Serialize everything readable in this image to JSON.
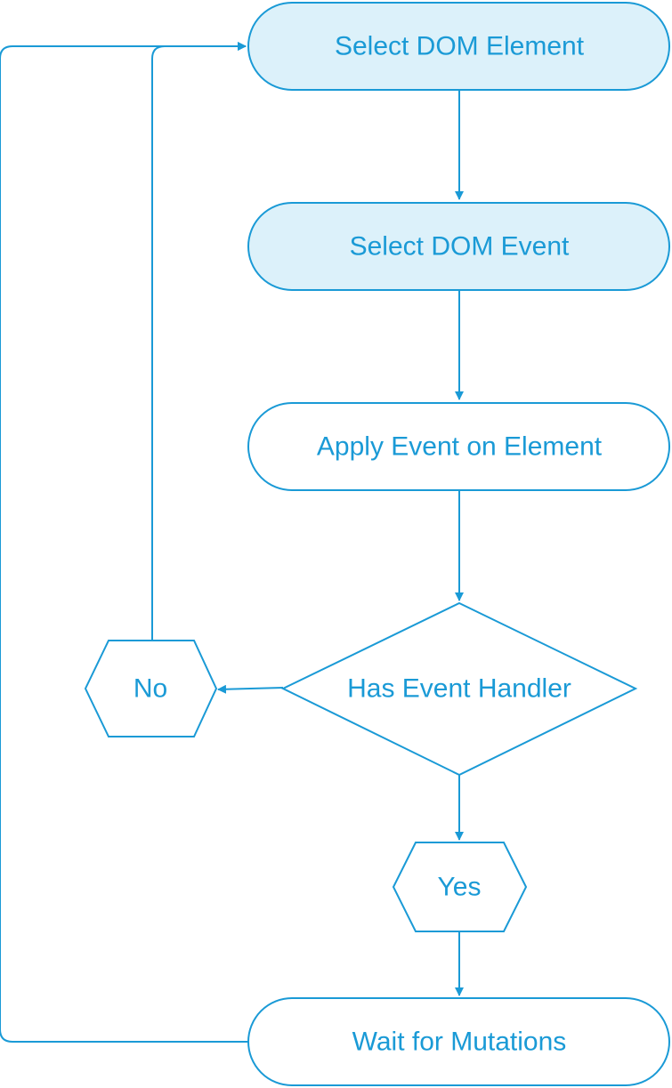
{
  "colors": {
    "stroke": "#1a9ad6",
    "text": "#1a9ad6",
    "fill_highlight": "#dcf1fa",
    "fill_plain": "#ffffff"
  },
  "nodes": {
    "select_element": {
      "label": "Select DOM Element",
      "shape": "rounded-rect",
      "filled": true
    },
    "select_event": {
      "label": "Select DOM Event",
      "shape": "rounded-rect",
      "filled": true
    },
    "apply_event": {
      "label": "Apply Event on Element",
      "shape": "rounded-rect",
      "filled": false
    },
    "has_handler": {
      "label": "Has Event Handler",
      "shape": "diamond",
      "filled": false
    },
    "no": {
      "label": "No",
      "shape": "hexagon",
      "filled": false
    },
    "yes": {
      "label": "Yes",
      "shape": "hexagon",
      "filled": false
    },
    "wait": {
      "label": "Wait for Mutations",
      "shape": "rounded-rect",
      "filled": false
    }
  },
  "edges": [
    {
      "from": "select_element",
      "to": "select_event"
    },
    {
      "from": "select_event",
      "to": "apply_event"
    },
    {
      "from": "apply_event",
      "to": "has_handler"
    },
    {
      "from": "has_handler",
      "to": "no"
    },
    {
      "from": "has_handler",
      "to": "yes"
    },
    {
      "from": "yes",
      "to": "wait"
    },
    {
      "from": "no",
      "to": "select_element"
    },
    {
      "from": "wait",
      "to": "select_element"
    }
  ]
}
